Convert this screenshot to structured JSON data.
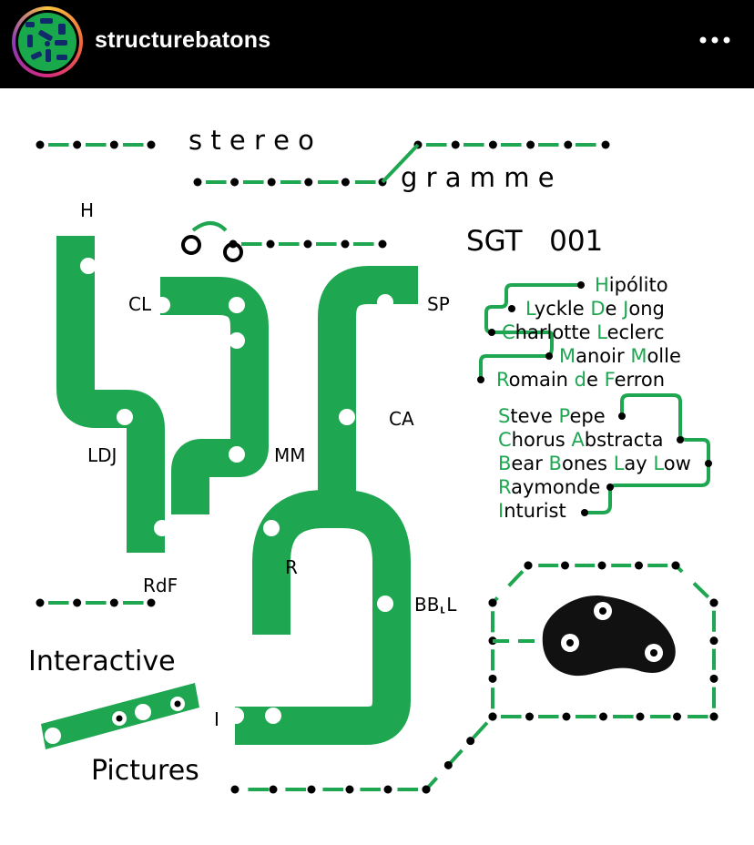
{
  "account": {
    "username": "structurebatons"
  },
  "colors": {
    "green": "#1fa651",
    "black": "#000000",
    "white": "#ffffff"
  },
  "icons": {
    "more": "more-horizontal-icon",
    "avatar": "structure-batons-logo"
  },
  "poster": {
    "title_line1": "s t e r e o",
    "title_line2": "g r a m m e",
    "catalog": "SGT   001",
    "stations": {
      "h": "H",
      "cl": "CL",
      "sp": "SP",
      "ca": "CA",
      "ldj": "LDJ",
      "mm": "MM",
      "rdf": "RdF",
      "r": "R",
      "bbl": "BB⸤L",
      "i": "I"
    },
    "footer_line1": "Interactive",
    "footer_line2": "Pictures",
    "artists_a": [
      {
        "name": "Hipólito"
      },
      {
        "name": "Lyckle De Jong"
      },
      {
        "name": "Charlotte Leclerc"
      },
      {
        "name": "Manoir Molle"
      },
      {
        "name": "Romain de Ferron"
      }
    ],
    "artists_b": [
      {
        "name": "Steve Pepe"
      },
      {
        "name": "Chorus Abstracta"
      },
      {
        "name": "Bear Bones Lay Low"
      },
      {
        "name": "Raymonde"
      },
      {
        "name": "Inturist"
      }
    ]
  }
}
